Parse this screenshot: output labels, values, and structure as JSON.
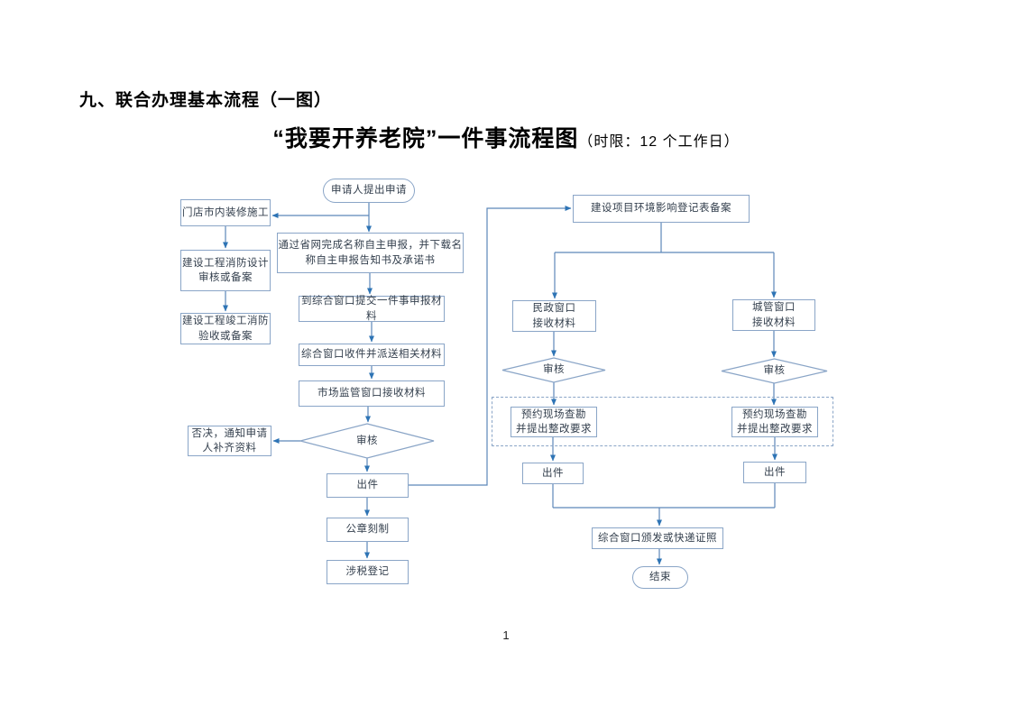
{
  "page": {
    "heading": "九、联合办理基本流程（一图）",
    "title": "“我要开养老院”一件事流程图",
    "title_suffix": "（时限：12 个工作日）",
    "page_number": "1"
  },
  "colors": {
    "line": "#5c87b9",
    "arrow": "#2e74b5",
    "box_border": "#8aa5c7",
    "text_color": "#333f4d"
  },
  "flowchart": {
    "nodes": {
      "start": "申请人提出申请",
      "mendian": "门店市内装修施工",
      "xiaofang_sheji": "建设工程消防设计\n审核或备案",
      "xiaofang_yanshou": "建设工程竣工消防\n验收或备案",
      "shengwang": "通过省网完成名称自主申报，并下载名\n称自主申报告知书及承诺书",
      "tijiao": "到综合窗口提交一件事申报材\n料",
      "shoujian": "综合窗口收件并派送相关材料",
      "shichang": "市场监管窗口接收材料",
      "shenhe_center": "审核",
      "foujue": "否决，通知申请\n人补齐资料",
      "chujian_center": "出件",
      "gongzhang": "公章刻制",
      "sheshui": "涉税登记",
      "huanping": "建设项目环境影响登记表备案",
      "minzheng": "民政窗口\n接收材料",
      "chengguan": "城管窗口\n接收材料",
      "shenhe_left": "审核",
      "shenhe_right": "审核",
      "yuyue_left": "预约现场查勘\n并提出整改要求",
      "yuyue_right": "预约现场查勘\n并提出整改要求",
      "chujian_left": "出件",
      "chujian_right": "出件",
      "banfa": "综合窗口颁发或快递证照",
      "end": "结束"
    }
  }
}
